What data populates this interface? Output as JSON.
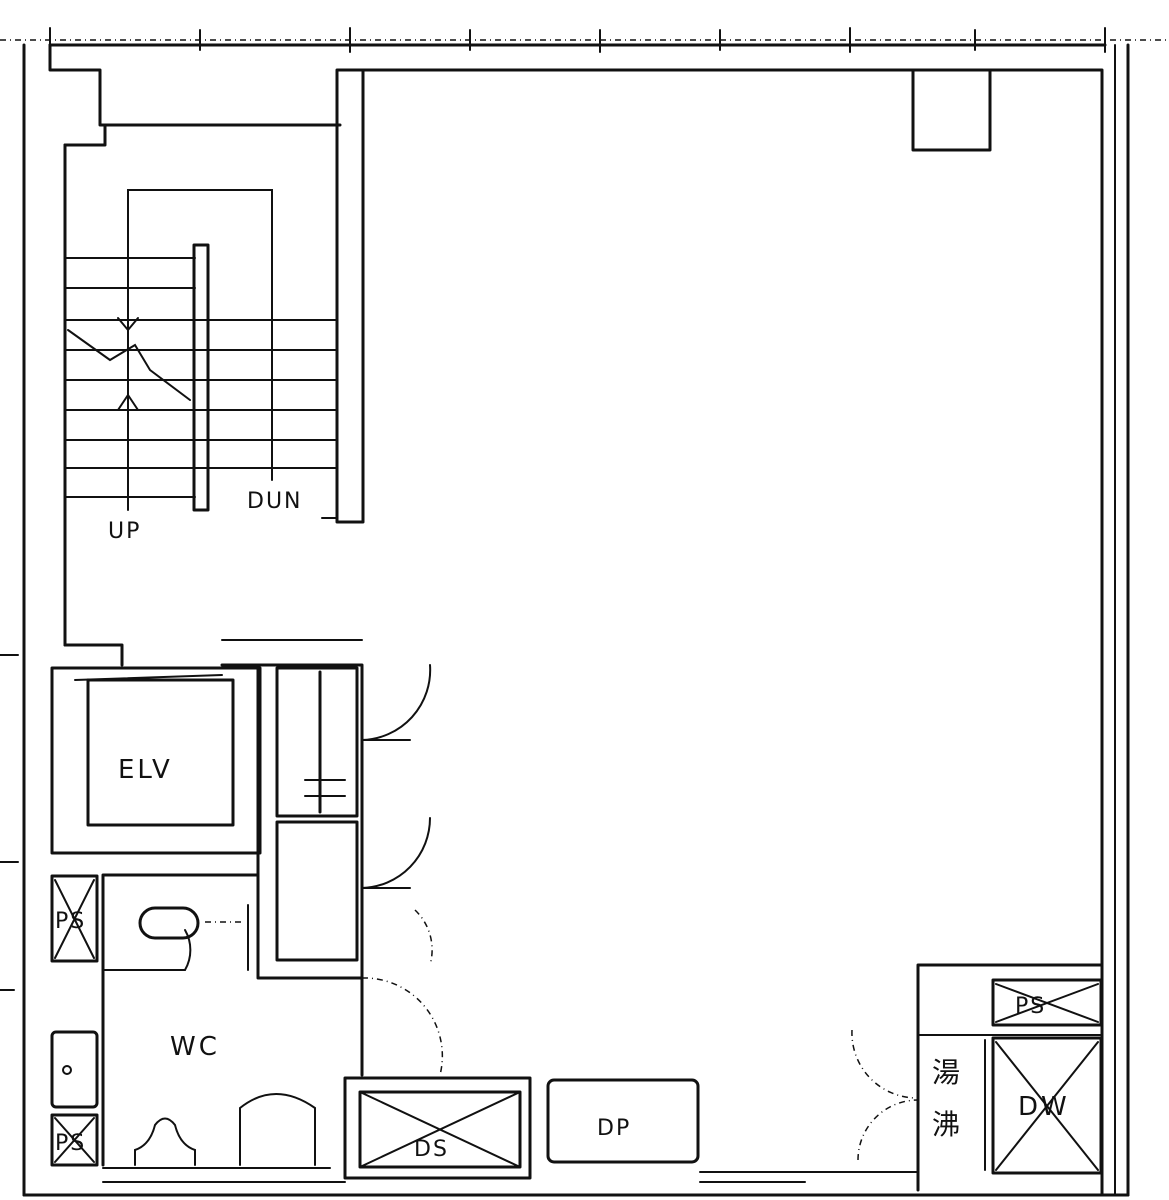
{
  "labels": {
    "stairs_up": "UP",
    "stairs_down": "DUN",
    "elevator": "ELV",
    "toilet": "WC",
    "pipe_shaft": "PS",
    "duct_shaft": "DS",
    "duct_pipe": "DP",
    "dumbwaiter": "DW",
    "kitchenette_1": "湯",
    "kitchenette_2": "沸"
  }
}
